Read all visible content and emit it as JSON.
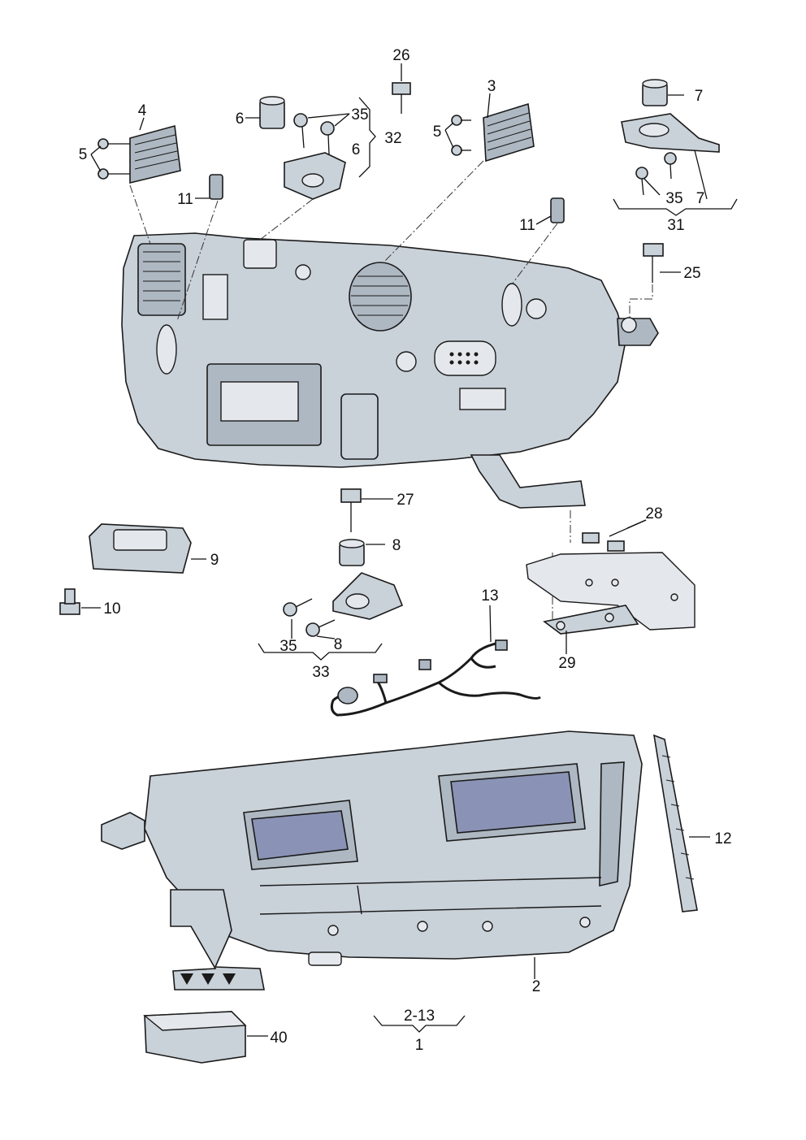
{
  "callouts": {
    "c1": "1",
    "c2": "2",
    "c2_13": "2-13",
    "c3": "3",
    "c4": "4",
    "c5a": "5",
    "c5b": "5",
    "c6a": "6",
    "c6b": "6",
    "c7a": "7",
    "c7b": "7",
    "c8a": "8",
    "c8b": "8",
    "c9": "9",
    "c10": "10",
    "c11a": "11",
    "c11b": "11",
    "c12": "12",
    "c13": "13",
    "c25": "25",
    "c26": "26",
    "c27": "27",
    "c28": "28",
    "c29": "29",
    "c31": "31",
    "c32": "32",
    "c33": "33",
    "c35a": "35",
    "c35b": "35",
    "c35c": "35",
    "c40": "40"
  },
  "colors": {
    "part_fill": "#c9d1d9",
    "part_dark": "#aeb8c2",
    "lens_blue": "#8a93b5",
    "outline": "#1a1a1a"
  }
}
